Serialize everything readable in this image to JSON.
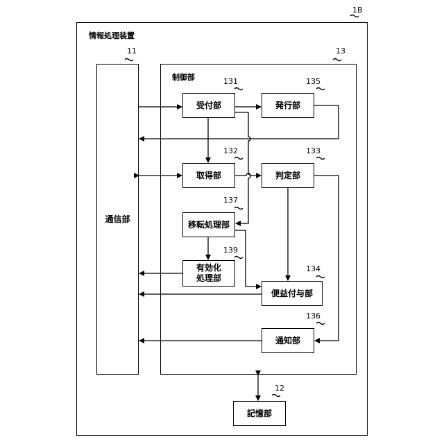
{
  "device": {
    "label": "情報処理装置",
    "ref": "1B"
  },
  "comm": {
    "label": "通信部",
    "ref": "11"
  },
  "control": {
    "label": "制御部",
    "ref": "13"
  },
  "storage": {
    "label": "記憶部",
    "ref": "12"
  },
  "units": {
    "receive": {
      "label": "受付部",
      "ref": "131"
    },
    "issue": {
      "label": "発行部",
      "ref": "135"
    },
    "acquire": {
      "label": "取得部",
      "ref": "132"
    },
    "judge": {
      "label": "判定部",
      "ref": "133"
    },
    "transfer": {
      "label": "移転処理部",
      "ref": "137"
    },
    "activate": {
      "label": "有効化\n処理部",
      "ref": "139"
    },
    "benefit": {
      "label": "便益付与部",
      "ref": "134"
    },
    "notify": {
      "label": "通知部",
      "ref": "136"
    }
  }
}
